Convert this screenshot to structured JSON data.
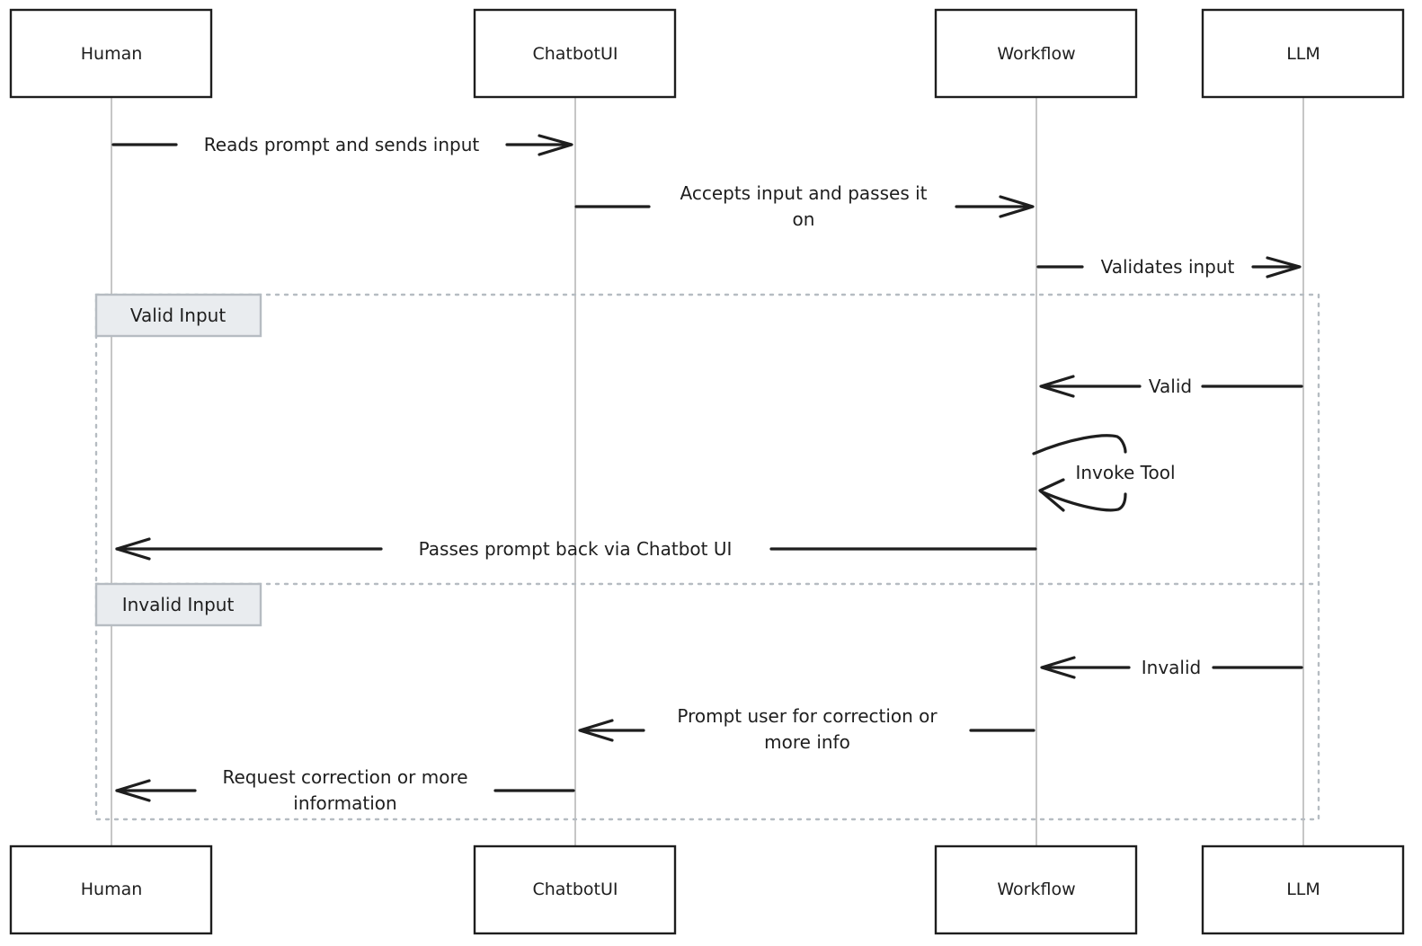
{
  "participants": [
    {
      "id": "human",
      "label": "Human"
    },
    {
      "id": "chatbotui",
      "label": "ChatbotUI"
    },
    {
      "id": "workflow",
      "label": "Workflow"
    },
    {
      "id": "llm",
      "label": "LLM"
    }
  ],
  "messages": [
    {
      "from": "human",
      "to": "chatbotui",
      "lines": [
        "Reads prompt and sends input"
      ]
    },
    {
      "from": "chatbotui",
      "to": "workflow",
      "lines": [
        "Accepts input and passes it",
        "on"
      ]
    },
    {
      "from": "workflow",
      "to": "llm",
      "lines": [
        "Validates input"
      ]
    },
    {
      "from": "llm",
      "to": "workflow",
      "lines": [
        "Valid"
      ]
    },
    {
      "from": "workflow",
      "to": "workflow",
      "lines": [
        "Invoke Tool"
      ]
    },
    {
      "from": "workflow",
      "to": "human",
      "lines": [
        "Passes prompt back via Chatbot UI"
      ]
    },
    {
      "from": "llm",
      "to": "workflow",
      "lines": [
        "Invalid"
      ]
    },
    {
      "from": "workflow",
      "to": "chatbotui",
      "lines": [
        "Prompt user for correction or",
        "more info"
      ]
    },
    {
      "from": "chatbotui",
      "to": "human",
      "lines": [
        "Request correction or more",
        "information"
      ]
    }
  ],
  "alt_frame": {
    "sections": [
      {
        "label": "Valid Input"
      },
      {
        "label": "Invalid Input"
      }
    ]
  }
}
